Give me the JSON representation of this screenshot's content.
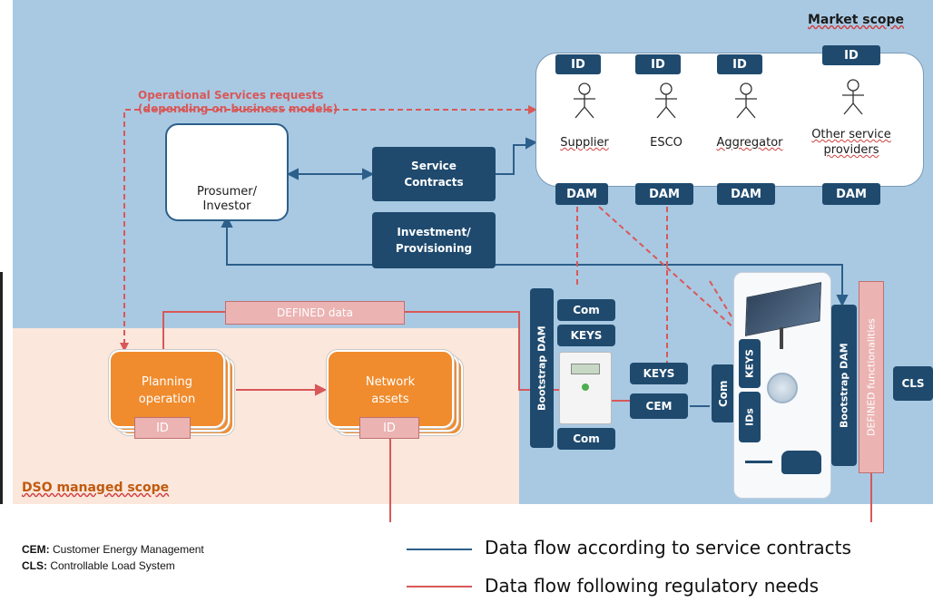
{
  "scope": {
    "market": "Market scope",
    "dso": "DSO managed scope"
  },
  "actors": {
    "supplier": {
      "label": "Supplier",
      "id": "ID",
      "dam": "DAM"
    },
    "esco": {
      "label": "ESCO",
      "id": "ID",
      "dam": "DAM"
    },
    "aggregator": {
      "label": "Aggregator",
      "id": "ID",
      "dam": "DAM"
    },
    "other": {
      "label": "Other service providers",
      "id": "ID",
      "dam": "DAM"
    },
    "prosumer": {
      "label": "Prosumer/ Investor"
    }
  },
  "operational_requests": {
    "line1": "Operational Services requests",
    "line2": "(depending on business models)"
  },
  "service_contracts": "Service Contracts",
  "investment": "Investment/ Provisioning",
  "defined_data": "DEFINED data",
  "planning": {
    "label": "Planning operation",
    "id": "ID"
  },
  "network": {
    "label": "Network assets",
    "id": "ID"
  },
  "meter": {
    "bootstrap": "Bootstrap DAM",
    "com_top": "Com",
    "keys": "KEYS",
    "com_bottom": "Com"
  },
  "gateway": {
    "keys": "KEYS",
    "cem": "CEM",
    "com": "Com"
  },
  "device": {
    "keys": "KEYS",
    "ids": "IDs",
    "bootstrap": "Bootstrap DAM",
    "defined_functionalities": "DEFINED functionalities",
    "cls": "CLS"
  },
  "abbreviations": {
    "cem_abbr": "CEM:",
    "cem_text": " Customer Energy Management",
    "cls_abbr": "CLS:",
    "cls_text": " Controllable Load System"
  },
  "legend": {
    "blue": "Data flow according to service contracts",
    "red": "Data flow following regulatory needs"
  },
  "colors": {
    "market_bg": "#a9c9e3",
    "dso_bg": "#fbe7dc",
    "navy": "#1f4a6e",
    "orange": "#f08c2e",
    "red_line": "#d85858",
    "blue_line": "#2c5f8a"
  }
}
